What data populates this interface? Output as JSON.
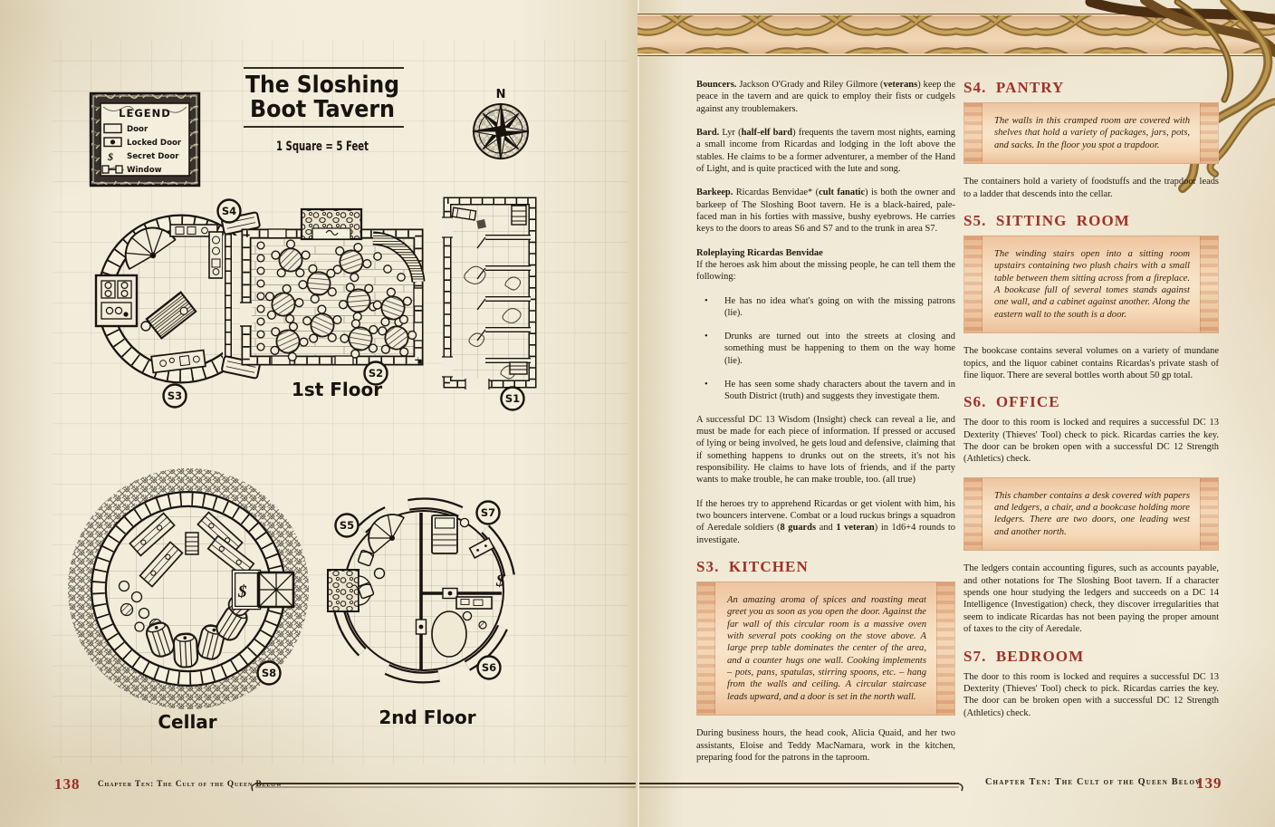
{
  "left_page": {
    "title_line1": "The Sloshing",
    "title_line2": "Boot Tavern",
    "scale_label": "1 Square = 5 Feet",
    "compass_label": "N",
    "legend": {
      "title": "LEGEND",
      "items": [
        {
          "icon": "door",
          "label": "Door"
        },
        {
          "icon": "locked-door",
          "label": "Locked Door"
        },
        {
          "icon": "secret-door",
          "label": "Secret Door"
        },
        {
          "icon": "window",
          "label": "Window"
        }
      ]
    },
    "maps": {
      "first_floor_label": "1st Floor",
      "cellar_label": "Cellar",
      "second_floor_label": "2nd Floor",
      "secret_door_symbol": "$",
      "area_labels": {
        "s1": "S1",
        "s2": "S2",
        "s3": "S3",
        "s4": "S4",
        "s5": "S5",
        "s6": "S6",
        "s7": "S7",
        "s8": "S8"
      }
    },
    "footer": {
      "page_number": "138",
      "chapter": "Chapter Ten: The Cult of the Queen Below"
    }
  },
  "right_page": {
    "col1": {
      "p1": [
        {
          "t": "Bouncers. ",
          "b": true
        },
        {
          "t": "Jackson O'Grady and Riley Gilmore ("
        },
        {
          "t": "veterans",
          "b": true
        },
        {
          "t": ") keep the peace in the tavern and are quick to employ their fists or cudgels against any troublemakers."
        }
      ],
      "p2": [
        {
          "t": "Bard. ",
          "b": true
        },
        {
          "t": "Lyr ("
        },
        {
          "t": "half-elf bard",
          "b": true
        },
        {
          "t": ") frequents the tavern most nights, earning a small income from Ricardas and lodging in the loft above the stables. He claims to be a former adventurer, a member of the Hand of Light, and is quite practiced with the lute and song."
        }
      ],
      "p3": [
        {
          "t": "Barkeep. ",
          "b": true
        },
        {
          "t": "Ricardas Benvidae* ("
        },
        {
          "t": "cult fanatic",
          "b": true
        },
        {
          "t": ") is both the owner and barkeep of The Sloshing Boot tavern. He is a black-haired, pale-faced man in his forties with massive, bushy eyebrows. He carries keys to the doors to areas S6 and S7 and to the trunk in area S7."
        }
      ],
      "roleplaying_heading": "Roleplaying Ricardas Benvidae",
      "p4": "If the heroes ask him about the missing people, he can tell them the following:",
      "bullets": [
        "He has no idea what's going on with the missing patrons (lie).",
        "Drunks are turned out into the streets at closing and something must be happening to them on the way home (lie).",
        "He has seen some shady characters about the tavern and in South District (truth) and suggests they investigate them."
      ],
      "p5": "A successful DC 13 Wisdom (Insight) check can reveal a lie, and must be made for each piece of information. If pressed or accused of lying or being involved, he gets loud and defensive, claiming that if something happens to drunks out on the streets, it's not his responsibility. He claims to have lots of friends, and if the party wants to make trouble, he can make trouble, too. (all true)",
      "p6": [
        {
          "t": "If the heroes try to apprehend Ricardas or get violent with him, his two bouncers intervene. Combat or a loud ruckus brings a squadron of Aeredale soldiers ("
        },
        {
          "t": "8 guards",
          "b": true
        },
        {
          "t": " and "
        },
        {
          "t": "1 veteran",
          "b": true
        },
        {
          "t": ") in 1d6+4 rounds to investigate."
        }
      ],
      "s3_heading": "S3. KITCHEN",
      "s3_box": "An amazing aroma of spices and roasting meat greet you as soon as you open the door. Against the far wall of this circular room is a massive oven with several pots cooking on the stove above. A large prep table dominates the center of the area, and a counter hugs one wall. Cooking implements – pots, pans, spatulas, stirring spoons, etc. – hang from the walls and ceiling. A circular staircase leads upward, and a door is set in the north wall.",
      "p7": "During business hours, the head cook, Alicia Quaid, and her two assistants, Eloise and Teddy MacNamara, work in the kitchen, preparing food for the patrons in the taproom."
    },
    "col2": {
      "s4_heading": "S4. PANTRY",
      "s4_box": "The walls in this cramped room are covered with shelves that hold a variety of packages, jars, pots, and sacks. In the floor you spot a trapdoor.",
      "s4_p": "The containers hold a variety of foodstuffs and the trapdoor leads to a ladder that descends into the cellar.",
      "s5_heading": "S5. SITTING ROOM",
      "s5_box": "The winding stairs open into a sitting room upstairs containing two plush chairs with a small table between them sitting across from a fireplace. A bookcase full of several tomes stands against one wall, and a cabinet against another. Along the eastern wall to the south is a door.",
      "s5_p": "The bookcase contains several volumes on a variety of mundane topics, and the liquor cabinet contains Ricardas's private stash of fine liquor. There are several bottles worth about 50 gp total.",
      "s6_heading": "S6. OFFICE",
      "s6_p1": "The door to this room is locked and requires a successful DC 13 Dexterity (Thieves' Tool) check to pick. Ricardas carries the key. The door can be broken open with a successful DC 12 Strength (Athletics) check.",
      "s6_box": "This chamber contains a desk covered with papers and ledgers, a chair, and a bookcase holding more ledgers. There are two doors, one leading west and another north.",
      "s6_p2": "The ledgers contain accounting figures, such as accounts payable, and other notations for The Sloshing Boot tavern. If a character spends one hour studying the ledgers and succeeds on a DC 14 Intelligence (Investigation) check, they discover irregularities that seem to indicate Ricardas has not been paying the proper amount of taxes to the city of Aeredale.",
      "s7_heading": "S7. BEDROOM",
      "s7_p": "The door to this room is locked and requires a successful DC 13 Dexterity (Thieves' Tool) check to pick. Ricardas carries the key. The door can be broken open with a successful DC 12 Strength (Athletics) check."
    },
    "footer": {
      "chapter": "Chapter Ten: The Cult of the Queen Below",
      "page_number": "139"
    }
  }
}
